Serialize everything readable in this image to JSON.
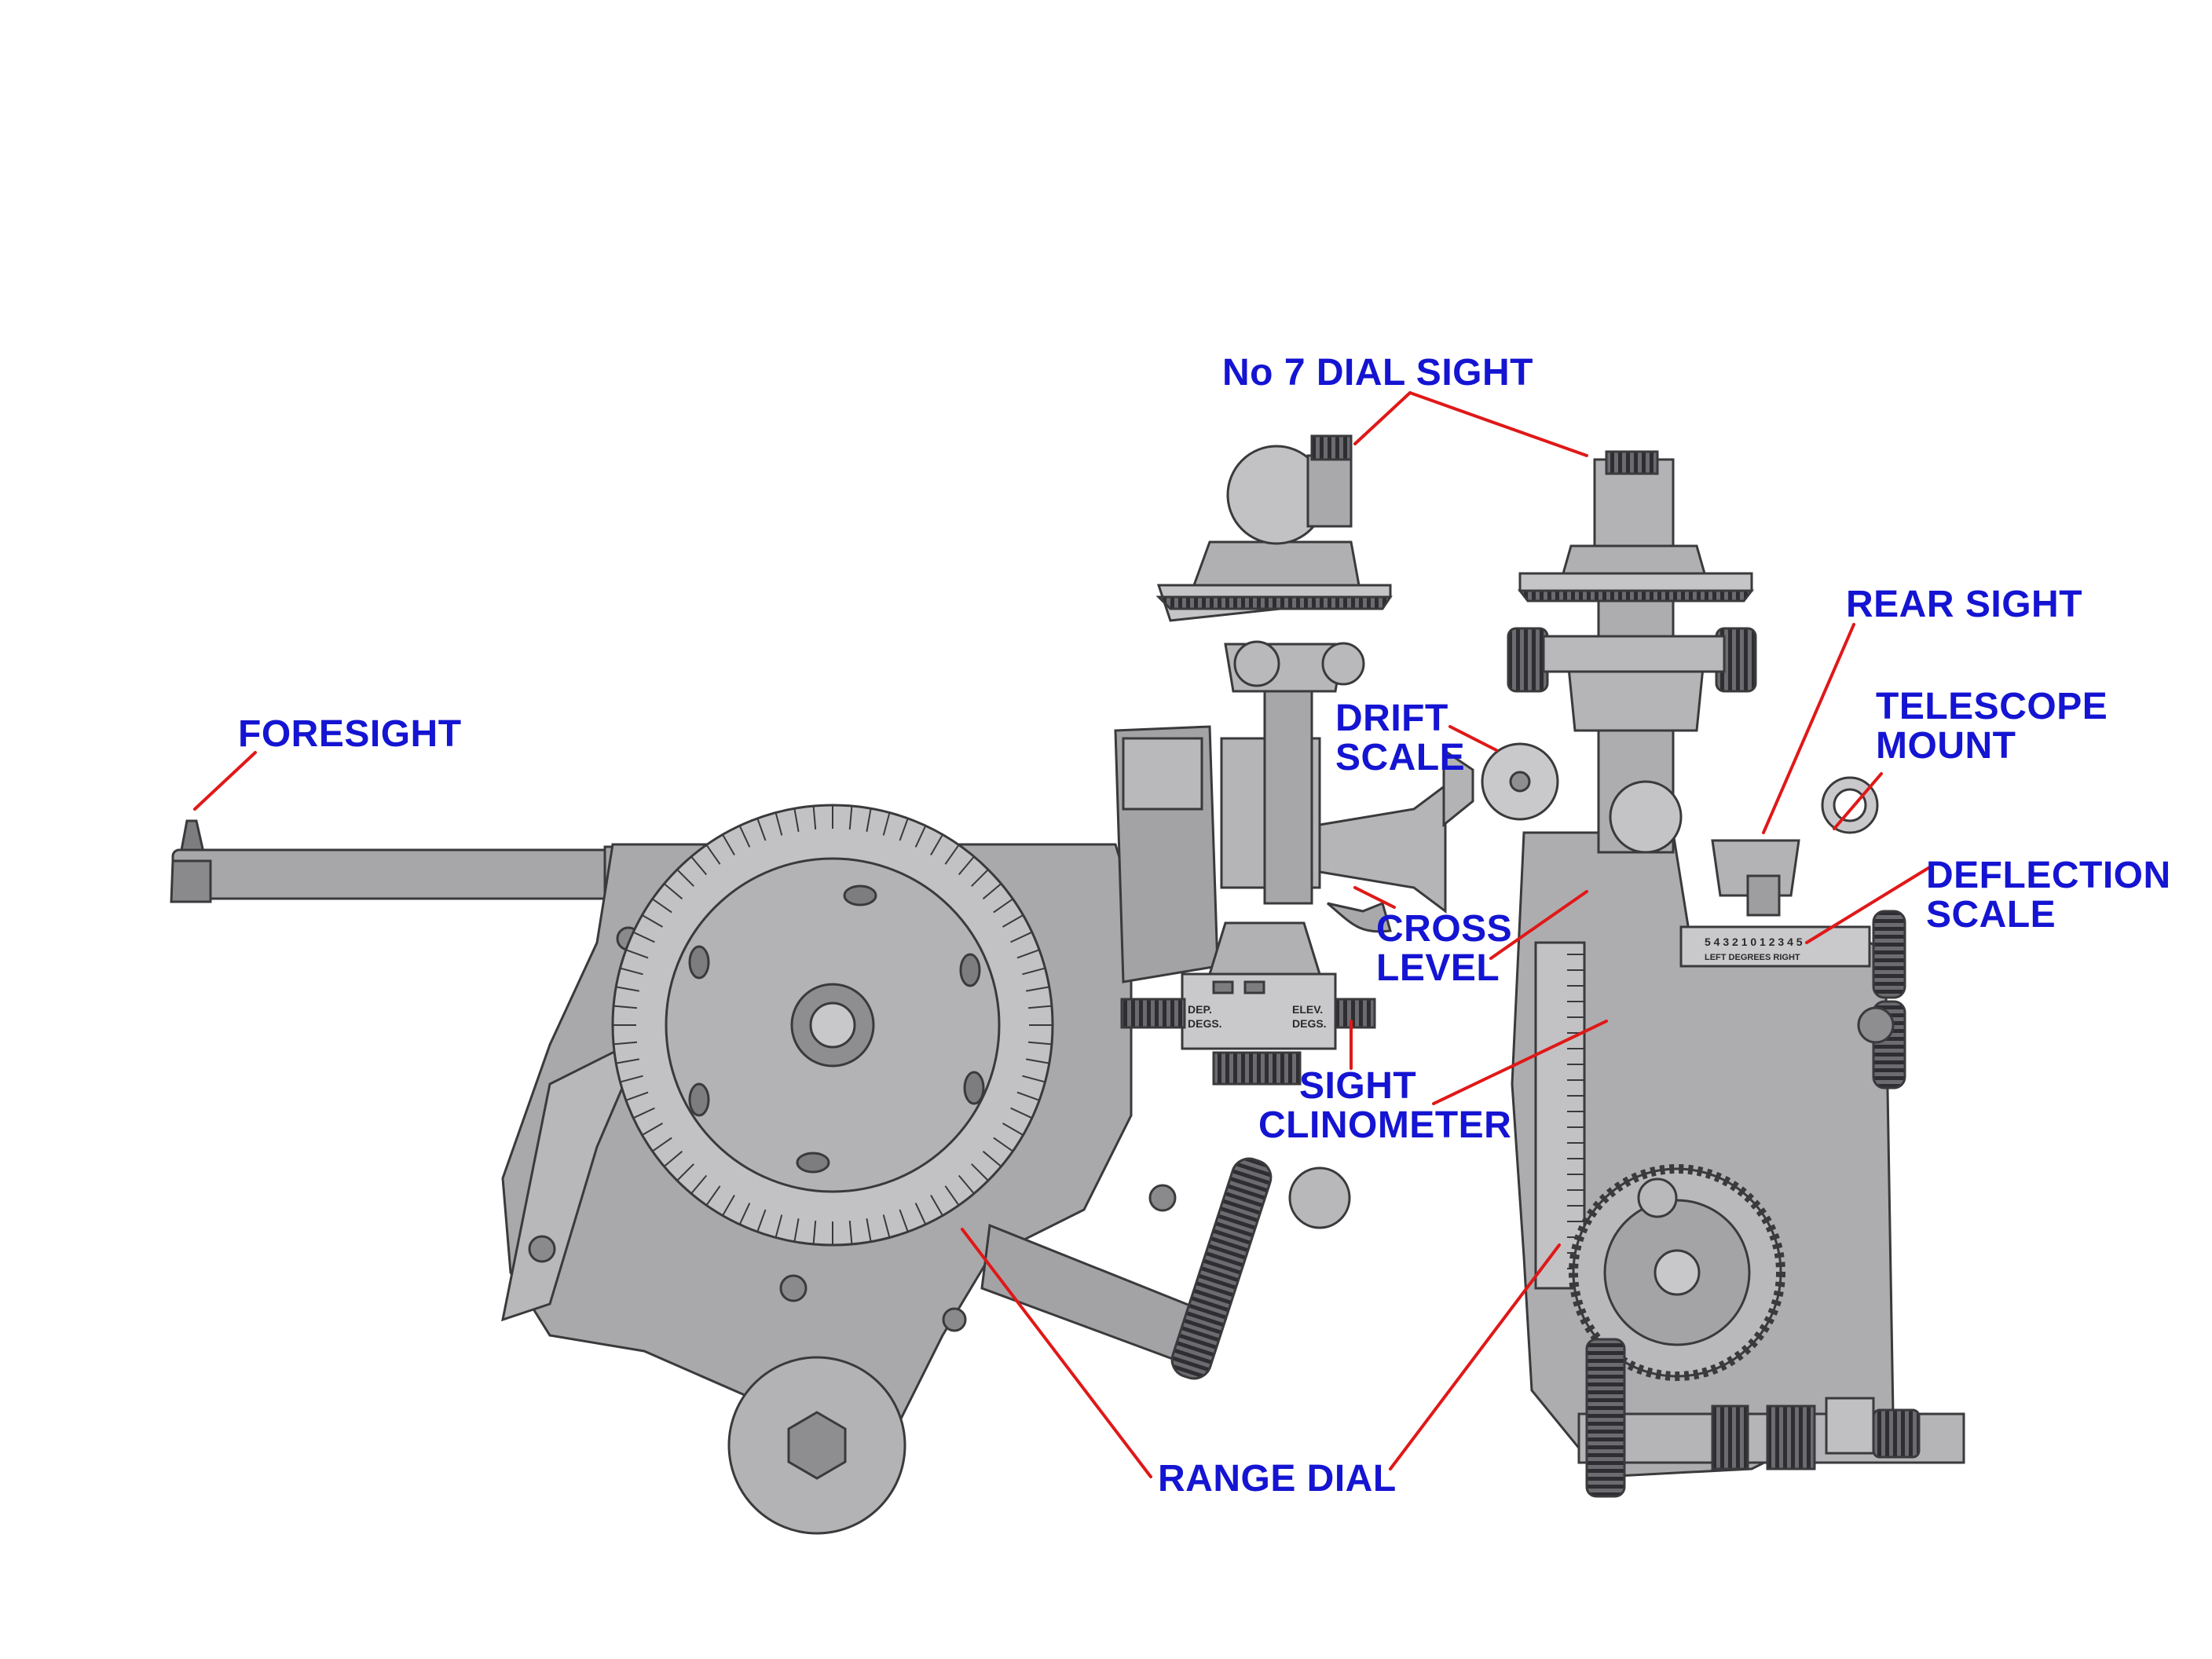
{
  "labels": {
    "dial_sight": "No 7 DIAL SIGHT",
    "foresight": "FORESIGHT",
    "rear_sight": "REAR SIGHT",
    "telescope_mount": [
      "TELESCOPE",
      "MOUNT"
    ],
    "drift_scale": [
      "DRIFT",
      "SCALE"
    ],
    "deflection_scale": [
      "DEFLECTION",
      "SCALE"
    ],
    "cross_level": [
      "CROSS",
      "LEVEL"
    ],
    "sight_clinometer": [
      "SIGHT",
      "CLINOMETER"
    ],
    "range_dial": "RANGE DIAL"
  },
  "scale_text": {
    "dep_degs": [
      "DEP.",
      "DEGS."
    ],
    "elev_degs": [
      "ELEV.",
      "DEGS."
    ],
    "deflection_ticks": "5 4 3 2 1 0 1 2 3 4 5",
    "left_degrees_right": "LEFT  DEGREES  RIGHT"
  },
  "colors": {
    "label_text": "#1414d2",
    "leader_line": "#e01818",
    "metal_fill": "#a7a7a9",
    "metal_dark": "#7d7d80",
    "metal_light": "#c4c4c6",
    "outline": "#3a3a3c",
    "background": "#ffffff"
  }
}
